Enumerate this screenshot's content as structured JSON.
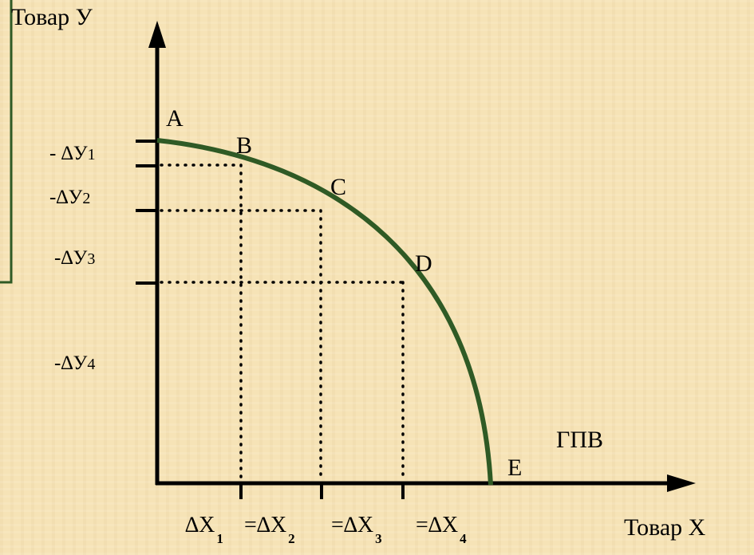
{
  "axes": {
    "y_title": "Товар У",
    "x_title": "Товар Х"
  },
  "curve": {
    "name": "ГПВ",
    "color": "#2f5a25"
  },
  "points": [
    {
      "id": "A",
      "label": "A"
    },
    {
      "id": "B",
      "label": "B"
    },
    {
      "id": "C",
      "label": "C"
    },
    {
      "id": "D",
      "label": "D"
    },
    {
      "id": "E",
      "label": "E"
    }
  ],
  "y_increments": [
    {
      "prefix": "- ∆",
      "var": "У",
      "sub": "1"
    },
    {
      "prefix": "-∆",
      "var": "У",
      "sub": "2"
    },
    {
      "prefix": "-∆",
      "var": "У",
      "sub": "3"
    },
    {
      "prefix": "-∆",
      "var": "У",
      "sub": "4"
    }
  ],
  "x_increments": [
    {
      "prefix": "∆",
      "var": "X",
      "sub": "1"
    },
    {
      "prefix": "=∆",
      "var": "X",
      "sub": "2"
    },
    {
      "prefix": "=∆",
      "var": "X",
      "sub": "3"
    },
    {
      "prefix": "=∆",
      "var": "X",
      "sub": "4"
    }
  ],
  "colors": {
    "frame": "#2f5a25",
    "axis": "#000000",
    "background": "#f6e3b6"
  }
}
